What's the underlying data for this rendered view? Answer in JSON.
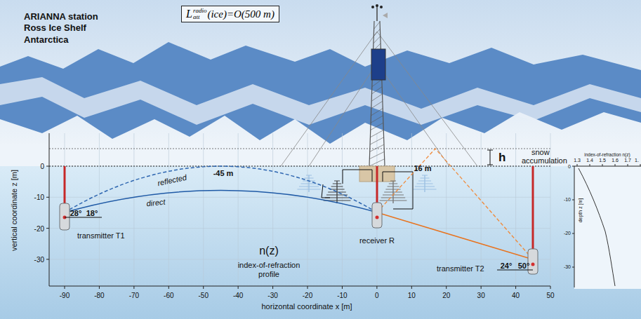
{
  "diagram": {
    "title": "ARIANNA station Ross Ice Shelf Antarctica",
    "nodes": [
      {
        "text": [
          "L",
          "radio",
          "att",
          "(ice)=O(500 m)"
        ]
      }
    ],
    "labels": [
      "vertical coordinate z [m]",
      "horizontal coordinate x [m]",
      "0",
      "-10",
      "-20",
      "-30",
      "-90",
      "-80",
      "-70",
      "-60",
      "-50",
      "-40",
      "-30",
      "-20",
      "-10",
      "0",
      "10",
      "20",
      "30",
      "40",
      "50",
      "reflected",
      "direct",
      "-45 m",
      "16 m",
      "28°",
      "18°",
      "24°",
      "50°",
      "transmitter T1",
      "receiver R",
      "transmitter T2",
      "n(z)",
      "index-of-refraction",
      "profile",
      "h",
      "snow",
      "accumulation",
      "index-of-refraction n(z)",
      "1.3",
      "1.4",
      "1.5",
      "1.6",
      "1.7",
      "1.",
      "depth z [m]",
      "0",
      "-10",
      "-20",
      "-30"
    ]
  }
}
